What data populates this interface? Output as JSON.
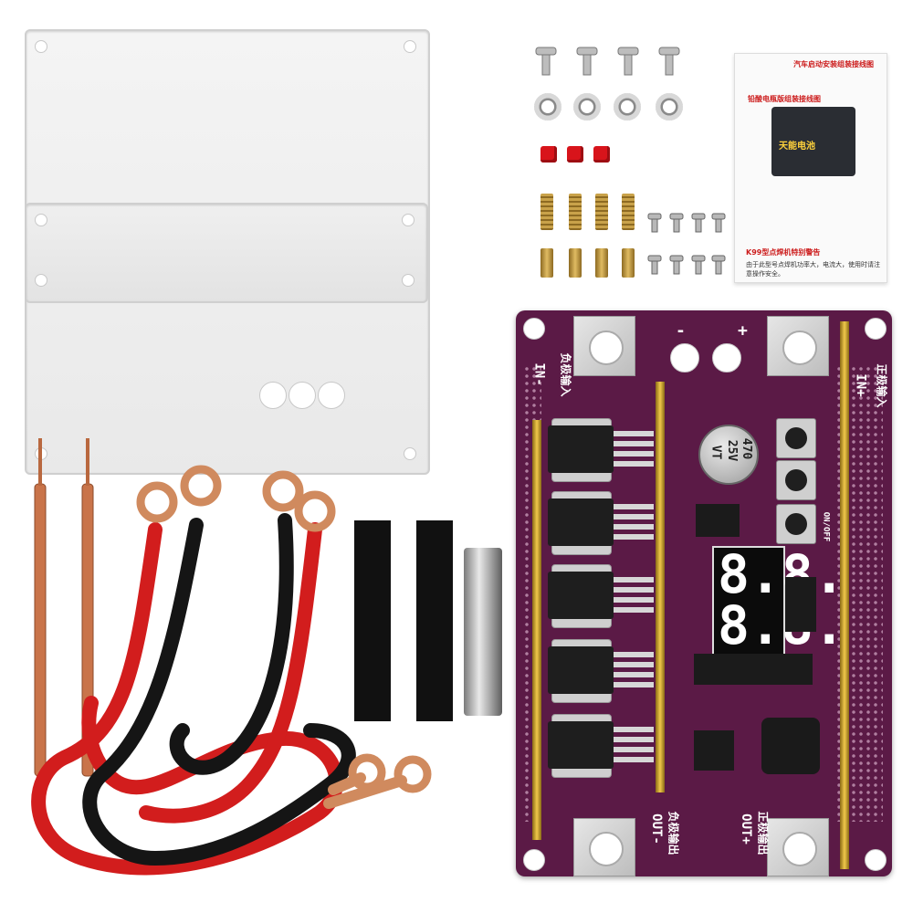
{
  "pcb_labels": {
    "in_neg": "IN-",
    "in_neg_cn": "负极输入",
    "in_pos": "IN+",
    "in_pos_cn": "正极输入",
    "out_neg": "OUT-",
    "out_neg_cn": "负极输出",
    "out_pos": "OUT+",
    "out_pos_cn": "正极输出",
    "on_off": "ON/OFF",
    "minus": "-",
    "plus": "+"
  },
  "capacitor": {
    "line1": "470",
    "line2": "25V",
    "line3": "VT"
  },
  "display": {
    "top": "8.8.",
    "bottom": "8.8."
  },
  "manual": {
    "heading1": "汽车启动安装组装接线图",
    "heading2": "铅酸电瓶版组装接线图",
    "battery_label": "天能电池",
    "warning": "K99型点焊机特别警告",
    "note": "由于此型号点焊机功率大，电流大，使用时请注意操作安全。"
  },
  "colors": {
    "pcb": "#5b1a46",
    "cable_red": "#d21d1d",
    "cable_black": "#151515",
    "copper": "#c9744a"
  }
}
